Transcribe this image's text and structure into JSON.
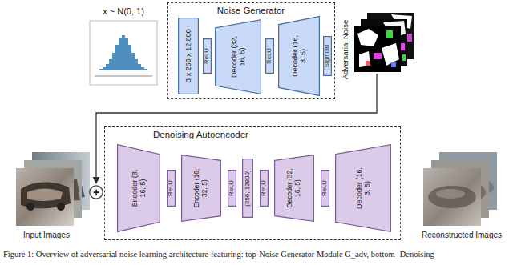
{
  "diagram": {
    "caption": "Figure 1: Overview of adversarial noise learning architecture featuring: top-Noise Generator Module G_adv, bottom- Denoising",
    "nodes": [
      {
        "text": [
          "Noise Generator"
        ]
      },
      {
        "text": [
          "B x 256 x 12,800"
        ],
        "in": 0
      },
      {
        "text": [
          "ReLU"
        ],
        "in": 0
      },
      {
        "text": [
          "Decoder (32, 16, 5)"
        ],
        "in": 0
      },
      {
        "text": [
          "ReLU"
        ],
        "in": 0
      },
      {
        "text": [
          "Decoder (16, 3, 5)"
        ],
        "in": 0
      },
      {
        "text": [
          "Sigmoid"
        ],
        "in": 0
      },
      {
        "text": [
          "Denoising Autoencoder"
        ]
      },
      {
        "text": [
          "Encoder (3, 16, 5)"
        ],
        "in": 7
      },
      {
        "text": [
          "ReLU"
        ],
        "in": 7
      },
      {
        "text": [
          "Encoder (16, 32, 5)"
        ],
        "in": 7
      },
      {
        "text": [
          "ReLU"
        ],
        "in": 7
      },
      {
        "text": [
          "(256, 12800)"
        ],
        "in": 7
      },
      {
        "text": [
          "ReLU"
        ],
        "in": 7
      },
      {
        "text": [
          "Decoder (32, 16, 5)"
        ],
        "in": 7
      },
      {
        "text": [
          "ReLU"
        ],
        "in": 7
      },
      {
        "text": [
          "Decoder (16, 3, 5)"
        ],
        "in": 7
      },
      {
        "text": [
          "+"
        ]
      }
    ],
    "labels": [
      "x ~ N(0, 1)",
      "Adversarial Noise",
      "Input Images",
      "Reconstructed Images"
    ]
  }
}
